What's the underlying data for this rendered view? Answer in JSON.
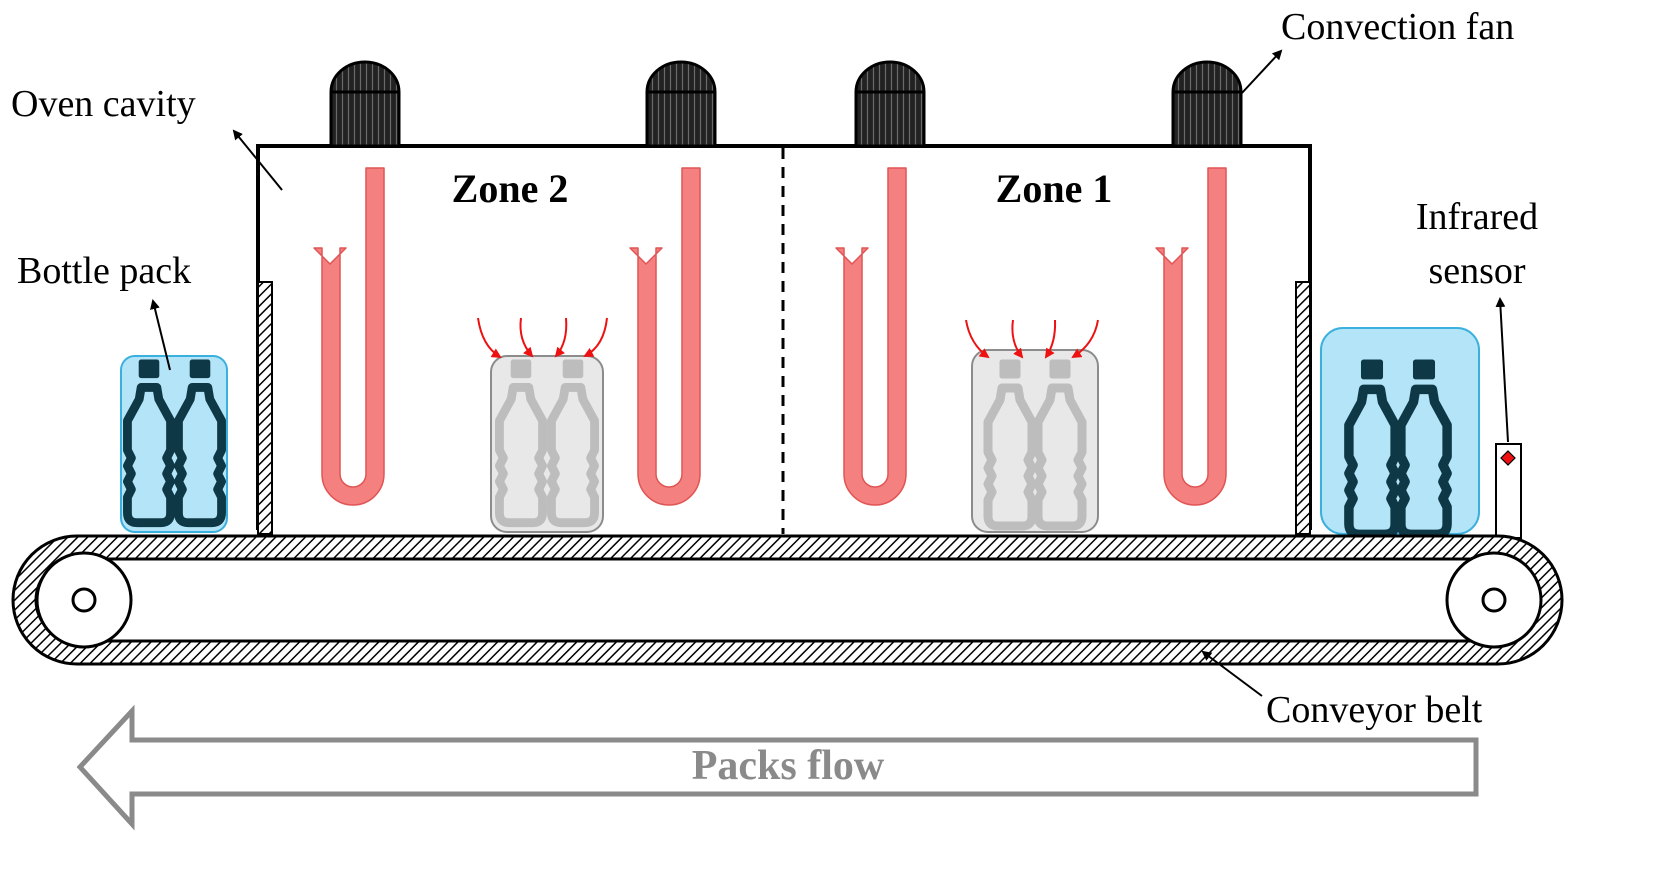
{
  "labels": {
    "convection_fan": "Convection fan",
    "oven_cavity": "Oven cavity",
    "bottle_pack": "Bottle pack",
    "infrared_sensor_line1": "Infrared",
    "infrared_sensor_line2": "sensor",
    "conveyor_belt": "Conveyor belt",
    "packs_flow": "Packs flow"
  },
  "zones": {
    "zone2": "Zone 2",
    "zone1": "Zone 1"
  },
  "icons": {
    "fan": "convection-fan-icon",
    "bottle": "bottle-icon",
    "heat_arrow": "heat-arrow-icon",
    "flow_arrow": "flow-arrow-icon",
    "roller": "roller-icon",
    "sensor": "infrared-sensor-icon"
  },
  "colors": {
    "heater": "#f48080",
    "heat_in": "#ee1111",
    "pack_outside_fill": "#b3e4f8",
    "pack_outside_stroke": "#3ab0de",
    "bottle_dark": "#0f3846",
    "pack_inside_fill": "#e8e8e8",
    "bottle_inside": "#bdbdbd",
    "flow_gray": "#8a8a8a"
  }
}
